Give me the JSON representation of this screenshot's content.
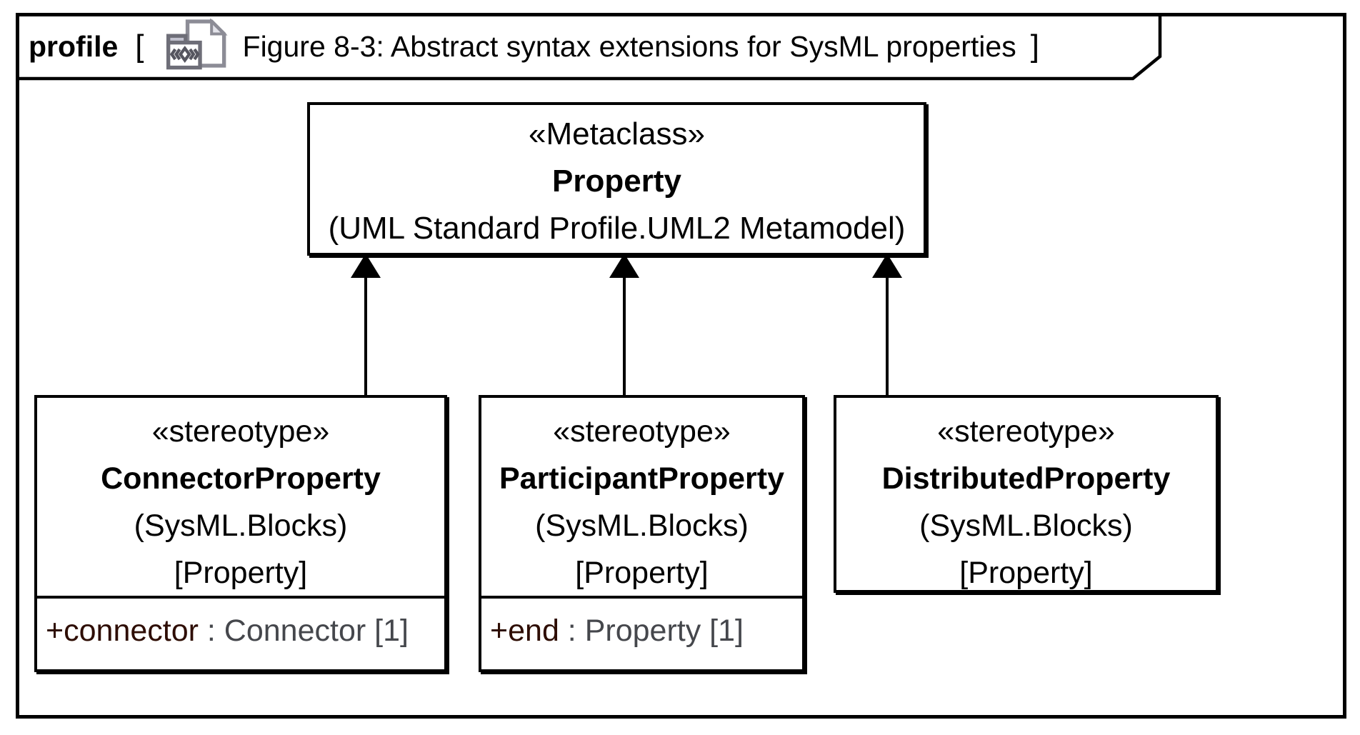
{
  "frame": {
    "keyword": "profile",
    "open_bracket": "[",
    "title": "Figure 8-3: Abstract syntax extensions for SysML properties",
    "close_bracket": "]",
    "icon": "profile-diagram-icon"
  },
  "metaclass": {
    "stereotype": "«Metaclass»",
    "name": "Property",
    "package": "(UML Standard Profile.UML2 Metamodel)"
  },
  "stereotypes": [
    {
      "stereotype": "«stereotype»",
      "name": "ConnectorProperty",
      "package": "(SysML.Blocks)",
      "base": "[Property]",
      "attr_name": "+connector",
      "attr_sep": " : ",
      "attr_type": "Connector [1]"
    },
    {
      "stereotype": "«stereotype»",
      "name": "ParticipantProperty",
      "package": "(SysML.Blocks)",
      "base": "[Property]",
      "attr_name": "+end",
      "attr_sep": " : ",
      "attr_type": "Property [1]"
    },
    {
      "stereotype": "«stereotype»",
      "name": "DistributedProperty",
      "package": "(SysML.Blocks)",
      "base": "[Property]"
    }
  ],
  "colors": {
    "border": "#000000",
    "background": "#ffffff",
    "attribute_name": "#2e0d03",
    "attribute_type": "#45474c"
  }
}
